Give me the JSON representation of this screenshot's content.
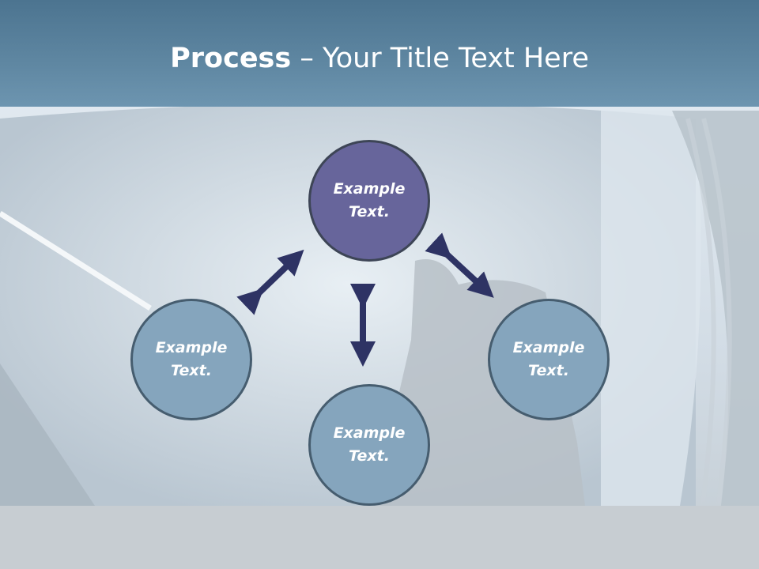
{
  "title": {
    "bold": "Process",
    "rest": " – Your Title Text Here"
  },
  "nodes": {
    "top": {
      "label": "Example\nText."
    },
    "left": {
      "label": "Example\nText."
    },
    "right": {
      "label": "Example\nText."
    },
    "bottom": {
      "label": "Example\nText."
    }
  },
  "colors": {
    "title_band": "#5f87a2",
    "node_top": "#67659b",
    "node_side": "#85a5bd",
    "arrow": "#2e3364"
  }
}
